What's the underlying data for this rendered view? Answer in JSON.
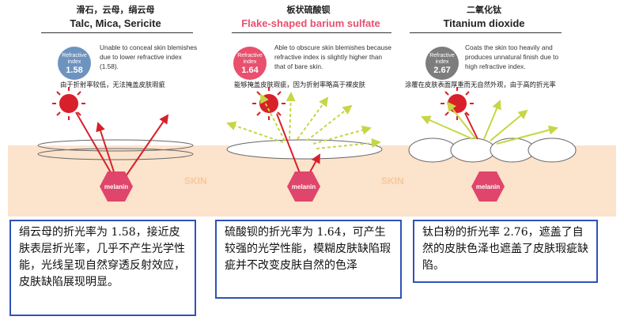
{
  "panels": [
    {
      "title_cn": "滑石，云母，绢云母",
      "title_en": "Talc, Mica, Sericite",
      "badge": {
        "label_line1": "Refractive",
        "label_line2": "index",
        "value": "1.58",
        "color": "#6e93bf"
      },
      "desc_en": "Unable to conceal skin blemishes due to lower refractive index (1.58).",
      "note_cn": "由于折射率较低，无法掩盖皮肤瑕疵",
      "melanin": "melanin",
      "box_text": "绢云母的折光率为 1.58，接近皮肤表层折光率，几乎不产生光学性能，光线呈现自然穿透反射效应，皮肤缺陷展现明显。"
    },
    {
      "title_cn": "板状硫酸钡",
      "title_en": "Flake-shaped barium sulfate",
      "badge": {
        "label_line1": "Refractive",
        "label_line2": "index",
        "value": "1.64",
        "color": "#e8506e"
      },
      "desc_en": "Able to obscure skin blemishes because refractive index is slightly higher than that of bare skin.",
      "note_cn": "能够掩盖皮肤瑕疵，因为折射率略高于裸皮肤",
      "melanin": "melanin",
      "box_text": "硫酸钡的折光率为 1.64，可产生较强的光学性能，模糊皮肤缺陷瑕疵并不改变皮肤自然的色泽"
    },
    {
      "title_cn": "二氧化钛",
      "title_en": "Titanium dioxide",
      "badge": {
        "label_line1": "Refractive",
        "label_line2": "index",
        "value": "2.67",
        "color": "#7d7d7d"
      },
      "desc_en": "Coats the skin too heavily and produces unnatural finish due to high refractive index.",
      "note_cn": "涂覆在皮肤表面厚重而无自然外观，由于高的折光率",
      "melanin": "melanin",
      "box_text": "钛白粉的折光率 2.76，遮盖了自然的皮肤色泽也遮盖了皮肤瑕疵缺陷。"
    }
  ],
  "skin_label": "SKIN",
  "colors": {
    "sun": "#d8202a",
    "melanin": "#e0456b",
    "skin": "#fbe3cc",
    "ray_red": "#d8202a",
    "ray_green": "#c6d645",
    "box_border": "#2f52b8"
  }
}
